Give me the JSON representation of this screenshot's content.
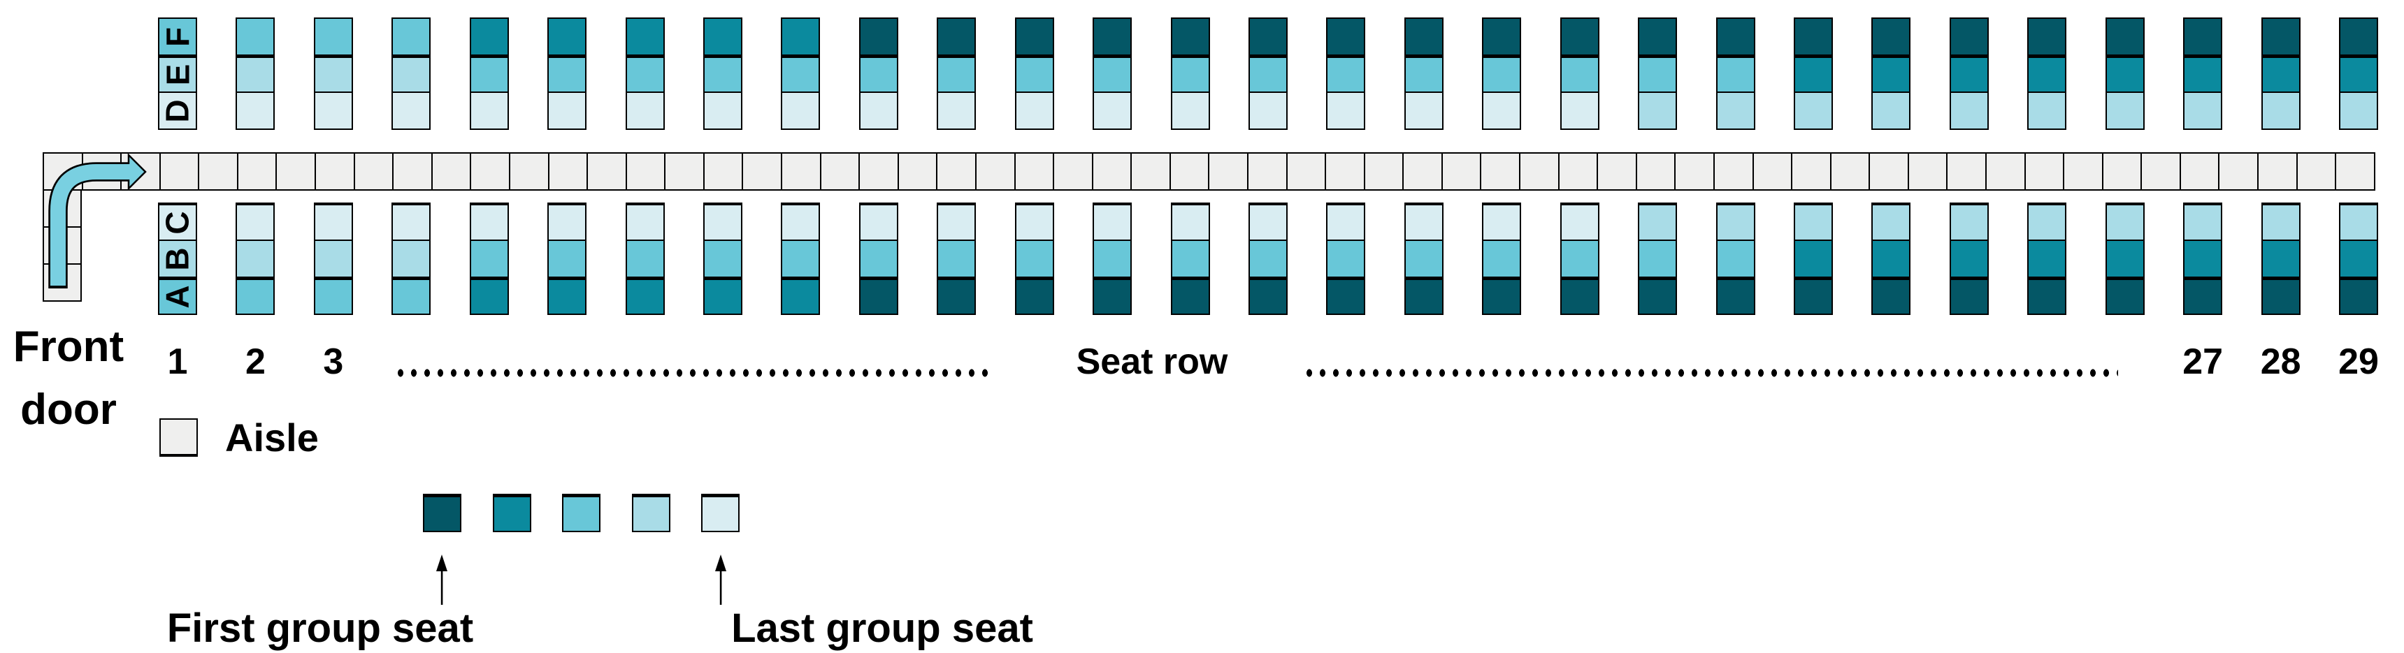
{
  "airplane": {
    "rows": 29,
    "seat_letters_top": [
      "F",
      "E",
      "D"
    ],
    "seat_letters_bottom": [
      "C",
      "B",
      "A"
    ],
    "front_door_line1": "Front",
    "front_door_line2": "door",
    "aisle_label": "Aisle",
    "seat_row_label": "Seat row",
    "row_numbers_left": [
      "1",
      "2",
      "3"
    ],
    "row_numbers_left_rows": [
      1,
      2,
      3
    ],
    "row_numbers_right": [
      "27",
      "28",
      "29"
    ],
    "row_numbers_right_rows": [
      27,
      28,
      29
    ]
  },
  "boarding": {
    "seat_group_ranges": {
      "F": [
        {
          "from": 1,
          "to": 4,
          "group": 3
        },
        {
          "from": 5,
          "to": 9,
          "group": 2
        },
        {
          "from": 10,
          "to": 29,
          "group": 1
        }
      ],
      "E": [
        {
          "from": 1,
          "to": 4,
          "group": 4
        },
        {
          "from": 5,
          "to": 21,
          "group": 3
        },
        {
          "from": 22,
          "to": 29,
          "group": 2
        }
      ],
      "D": [
        {
          "from": 1,
          "to": 19,
          "group": 5
        },
        {
          "from": 20,
          "to": 29,
          "group": 4
        }
      ],
      "C": [
        {
          "from": 1,
          "to": 19,
          "group": 5
        },
        {
          "from": 20,
          "to": 29,
          "group": 4
        }
      ],
      "B": [
        {
          "from": 1,
          "to": 4,
          "group": 4
        },
        {
          "from": 5,
          "to": 21,
          "group": 3
        },
        {
          "from": 22,
          "to": 29,
          "group": 2
        }
      ],
      "A": [
        {
          "from": 1,
          "to": 4,
          "group": 3
        },
        {
          "from": 5,
          "to": 9,
          "group": 2
        },
        {
          "from": 10,
          "to": 29,
          "group": 1
        }
      ]
    }
  },
  "legend": {
    "groups_in_order": [
      1,
      2,
      3,
      4,
      5
    ],
    "first_group_label": "First group seat",
    "last_group_label": "Last group seat"
  },
  "colors": {
    "group1": "#045766",
    "group2": "#0b8a9e",
    "group3": "#68c7d8",
    "group4": "#a9dce7",
    "group5": "#d9edf2",
    "aisle": "#efefee",
    "arrow_fill": "#79d0e1",
    "border": "#000000"
  }
}
